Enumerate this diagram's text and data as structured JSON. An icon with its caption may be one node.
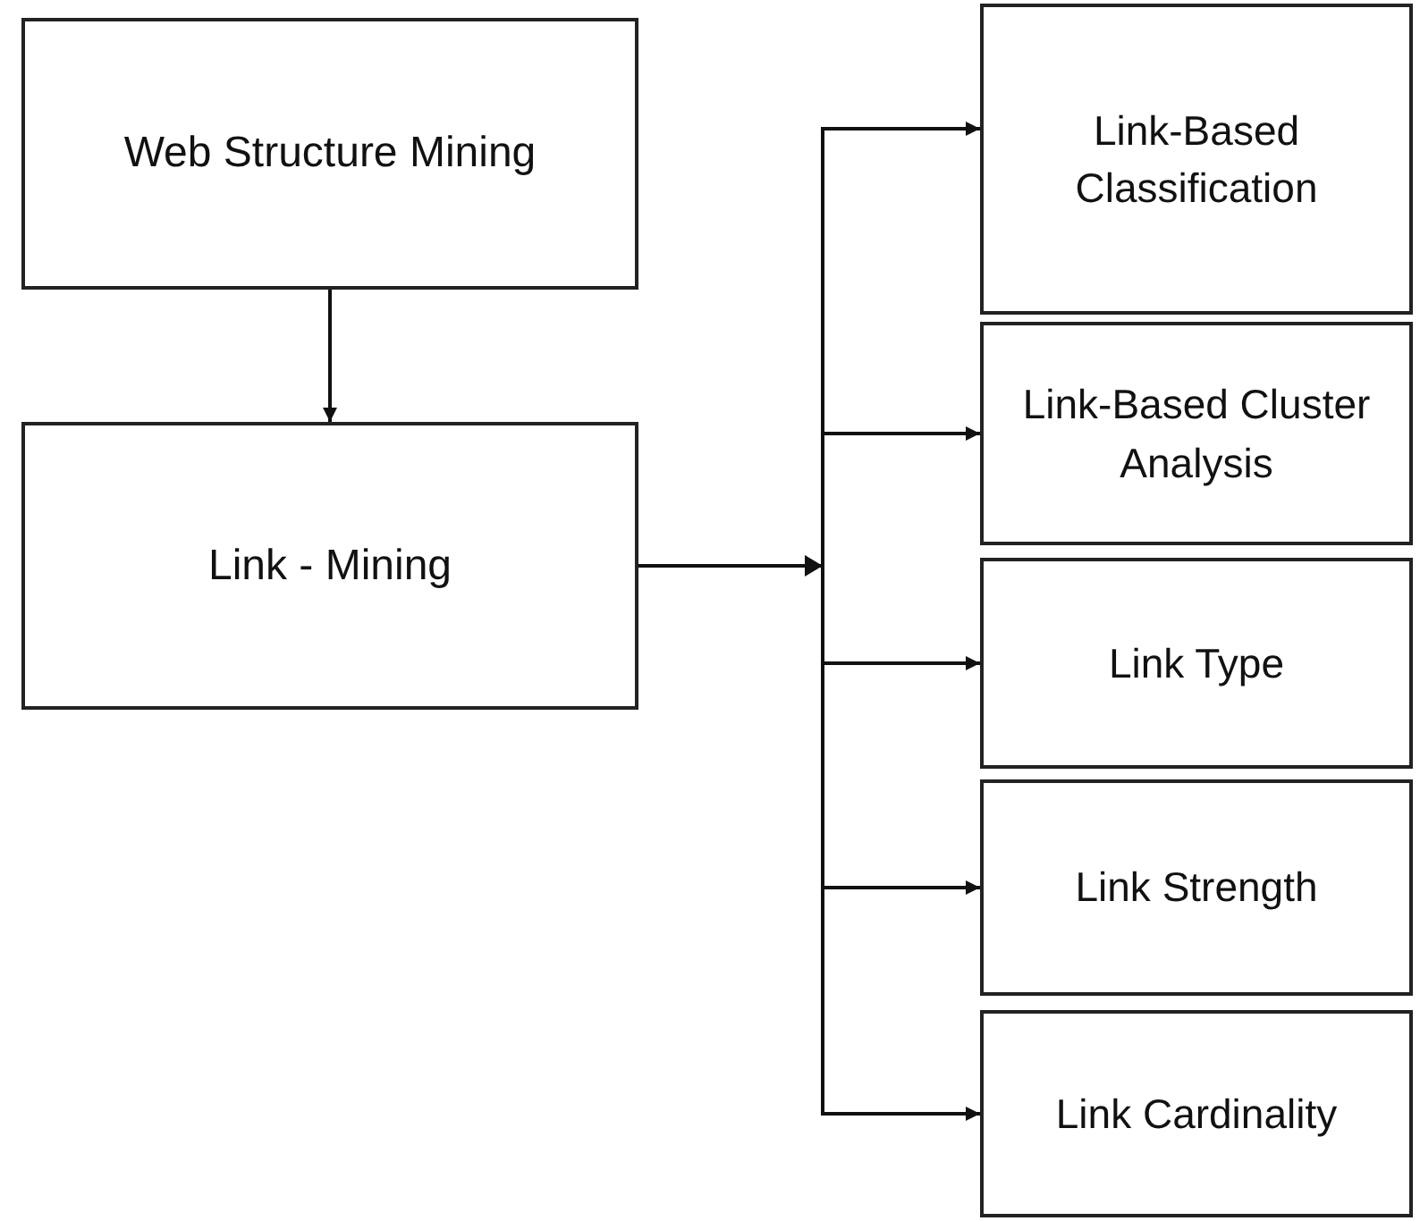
{
  "diagram": {
    "nodes": [
      {
        "text": [
          "Web Structure Mining"
        ]
      },
      {
        "text": [
          "Link - Mining"
        ]
      },
      {
        "text": [
          "Link-Based Classification"
        ]
      },
      {
        "text": [
          "Link-Based Cluster Analysis"
        ]
      },
      {
        "text": [
          "Link Type"
        ]
      },
      {
        "text": [
          "Link Strength"
        ]
      },
      {
        "text": [
          "Link Cardinality"
        ]
      }
    ],
    "edges": [
      {
        "from": 0,
        "to": 1,
        "arrow": "to"
      },
      {
        "from": 1,
        "to": 2,
        "arrow": "to"
      },
      {
        "from": 1,
        "to": 3,
        "arrow": "to"
      },
      {
        "from": 1,
        "to": 4,
        "arrow": "to"
      },
      {
        "from": 1,
        "to": 5,
        "arrow": "to"
      },
      {
        "from": 1,
        "to": 6,
        "arrow": "to"
      }
    ]
  }
}
